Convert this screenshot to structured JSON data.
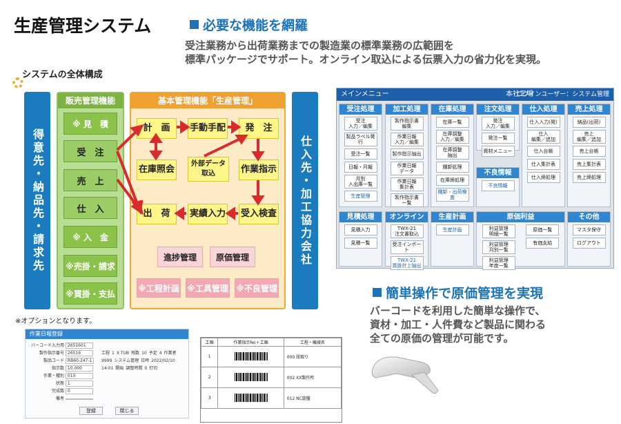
{
  "title": "生産管理システム",
  "features": {
    "heading1": "必要な機能を網羅",
    "desc1_line1": "受注業務から出荷業務までの製造業の標準業務の広範囲を",
    "desc1_line2": "標準パッケージでサポート。オンライン取込による伝票入力の省力化を実現。",
    "heading2": "簡単操作で原価管理を実現",
    "desc2_line1": "バーコードを利用した簡単な操作で、",
    "desc2_line2": "資材・加工・人件費など製品に関わる",
    "desc2_line3": "全ての原価の管理が可能です。"
  },
  "diagram": {
    "title": "システムの全体構成",
    "left_bar": "得意先・納品先・請求先",
    "right_bar": "仕入先・加工協力会社",
    "sales_header": "販売管理機能",
    "sales_items": [
      "※ 見　積",
      "受　注",
      "売　上",
      "仕　入",
      "※ 入　金",
      "※売掛・請求",
      "※買掛・支払"
    ],
    "core_header": "基本管理機能「生産管理」",
    "core": {
      "plan": "計　画",
      "manual": "手動手配",
      "order": "発　注",
      "stock": "在庫照会",
      "external": "外部データ\n取込",
      "instruct": "作業指示",
      "ship": "出　荷",
      "result": "実績入力",
      "inspect": "受入検査",
      "progress": "進捗管理",
      "cost": "原価管理",
      "process_plan": "※工程計画",
      "tool": "※工具管理",
      "defect": "※不良管理"
    },
    "note": "※オプションとなります。"
  },
  "menu": {
    "title": "メインメニュー",
    "factory": "本社工場",
    "login": "ログインユーザー：システム管理",
    "top_cols": [
      {
        "header": "受注処理",
        "items": [
          "受注\n入力／編集",
          "製品ラベル発行",
          "受注一覧",
          "日報・月報",
          "月別\n入出庫一覧",
          "生産管理"
        ]
      },
      {
        "header": "加工処理",
        "items": [
          "製作指示書\n編集",
          "作業日報\n入力／編集",
          "製作指示抽出",
          "作業日報\nデータ",
          "作業日報\n集計表",
          "製作指示書\n一覧"
        ]
      },
      {
        "header": "在庫処理",
        "items": [
          "在庫一覧",
          "在庫調整\n入力／編集",
          "在庫調整\n抽出",
          "棚卸処理",
          "在庫締処理",
          "棚卸・出荷検査"
        ]
      },
      {
        "header": "注文処理",
        "items": [
          "発注\n入力／編集",
          "発注一覧",
          "資材メニュー"
        ]
      },
      {
        "header": "仕入処理",
        "items": [
          "仕入入力(発)",
          "仕入\n編集／追加",
          "仕入台帳",
          "仕入集計表",
          "仕入締処理"
        ]
      },
      {
        "header": "売上処理",
        "items": [
          "納品(出荷)",
          "売上\n編集／追加",
          "売上台帳",
          "売上集計表",
          "売上締処理"
        ]
      }
    ],
    "defect_header": "不良情報",
    "defect_items": [
      "不良情報"
    ],
    "bottom_cols": [
      {
        "header": "見積処理",
        "items": [
          "見積入力",
          "見積一覧"
        ]
      },
      {
        "header": "オンライン",
        "items": [
          "TWX-21\n注文書取込",
          "受注インポート",
          "TWX-21\n買掛計上抽出"
        ]
      },
      {
        "header": "生産計画",
        "items": [
          "生産計画"
        ]
      },
      {
        "header": "原価利益",
        "items": [
          "利益管理\n明細一覧",
          "利益管理\n月別一覧",
          "利益管理\n年度一覧",
          "原価一覧",
          "有価支給"
        ]
      },
      {
        "header": "その他",
        "items": [
          "マスタ保守",
          "ログアウト"
        ]
      }
    ]
  },
  "form": {
    "title": "作業日報登録",
    "labels": [
      "バーコード入力用",
      "製作指示番号",
      "製品コード",
      "指示数",
      "作業・種別",
      "状態",
      "完成数",
      "備考"
    ],
    "values": [
      "2651601",
      "26516",
      "RB60-247-1",
      "10.000",
      "010",
      "1",
      "0",
      ""
    ],
    "extra": [
      "工程",
      "1",
      "X TUB",
      "残数",
      "10",
      "予定",
      "4",
      "作業者",
      "9999",
      "システム管理",
      "日時",
      "2022/02/10 14:01",
      "開始",
      "調整時間",
      "0",
      "打切"
    ],
    "btn_ok": "登録",
    "btn_close": "閉じる"
  },
  "doc": {
    "headers": [
      "工順",
      "作業指示No＋工順",
      "工程・機械名"
    ],
    "rows": [
      {
        "no": "1",
        "proc": "000 段取り"
      },
      {
        "no": "2",
        "proc": "002 XX製作所"
      },
      {
        "no": "3",
        "proc": "012 NC旋盤"
      }
    ]
  }
}
